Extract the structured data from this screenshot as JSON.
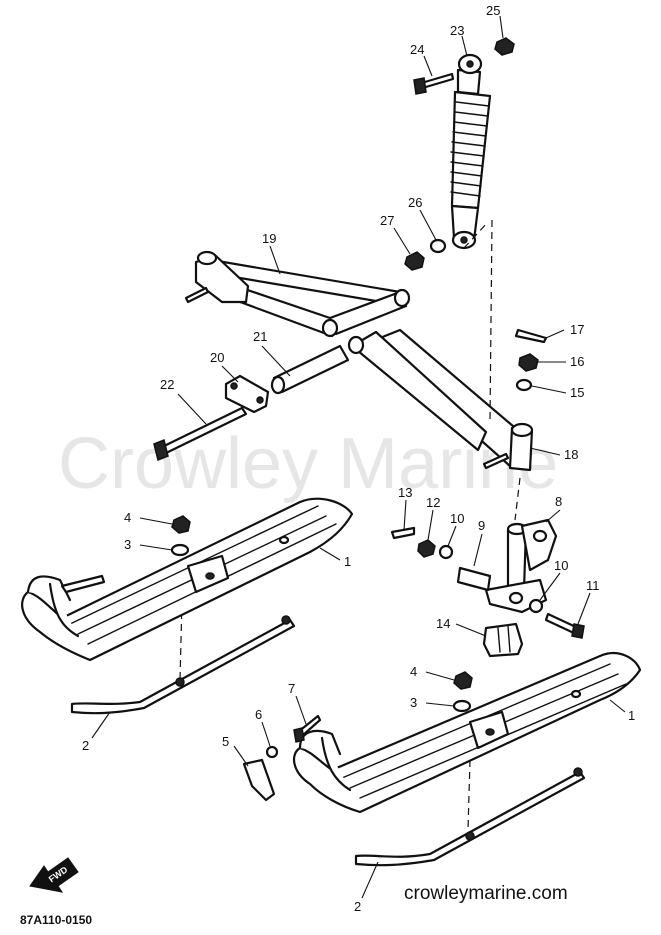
{
  "watermark": "Crowley Marine",
  "website": "crowleymarine.com",
  "diagram_code": "87A110-0150",
  "fwd_label": "FWD",
  "callouts": {
    "c25": "25",
    "c23": "23",
    "c24": "24",
    "c26": "26",
    "c27": "27",
    "c19": "19",
    "c17": "17",
    "c16": "16",
    "c15": "15",
    "c21": "21",
    "c20": "20",
    "c22": "22",
    "c18": "18",
    "c13": "13",
    "c12": "12",
    "c10a": "10",
    "c9": "9",
    "c8": "8",
    "c4a": "4",
    "c3a": "3",
    "c1a": "1",
    "c10b": "10",
    "c11": "11",
    "c14": "14",
    "c4b": "4",
    "c3b": "3",
    "c1b": "1",
    "c7": "7",
    "c6": "6",
    "c5": "5",
    "c2a": "2",
    "c2b": "2"
  }
}
